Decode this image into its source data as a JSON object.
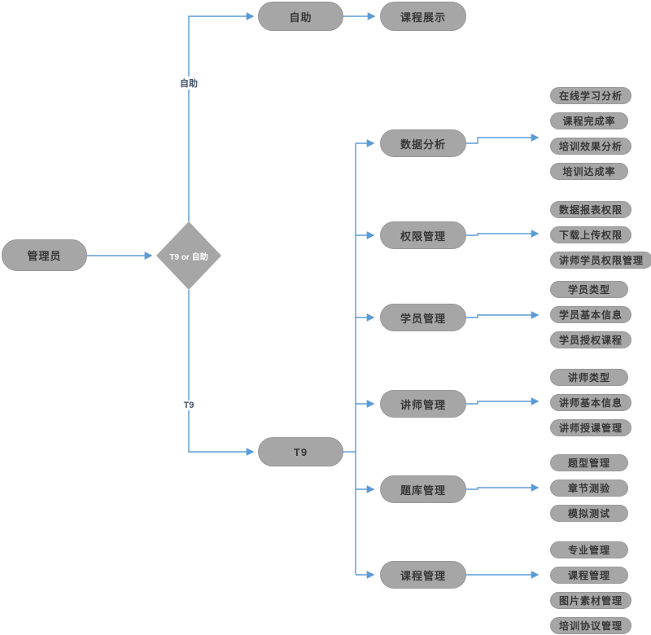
{
  "colors": {
    "node_fill": "#a6a6a6",
    "node_border": "#989898",
    "line": "#5b9bd5",
    "node_text": "#383838",
    "diamond_text": "#ffffff",
    "edge_label_text": "#44546a",
    "background": "#ffffff"
  },
  "diagram": {
    "root": {
      "label": "管理员"
    },
    "decision": {
      "label": "T9 or 自助"
    },
    "branches": {
      "self_service": {
        "edge_label": "自助",
        "node_label": "自助",
        "leaf_label": "课程展示"
      },
      "t9": {
        "edge_label": "T9",
        "node_label": "T9",
        "groups": [
          {
            "label": "数据分析",
            "leaves": [
              "在线学习分析",
              "课程完成率",
              "培训效果分析",
              "培训达成率"
            ]
          },
          {
            "label": "权限管理",
            "leaves": [
              "数据报表权限",
              "下载上传权限",
              "讲师学员权限管理"
            ]
          },
          {
            "label": "学员管理",
            "leaves": [
              "学员类型",
              "学员基本信息",
              "学员授权课程"
            ]
          },
          {
            "label": "讲师管理",
            "leaves": [
              "讲师类型",
              "讲师基本信息",
              "讲师授课管理"
            ]
          },
          {
            "label": "题库管理",
            "leaves": [
              "题型管理",
              "章节测验",
              "模拟测试"
            ]
          },
          {
            "label": "课程管理",
            "leaves": [
              "专业管理",
              "课程管理",
              "图片素材管理",
              "培训协议管理"
            ]
          }
        ]
      }
    }
  }
}
